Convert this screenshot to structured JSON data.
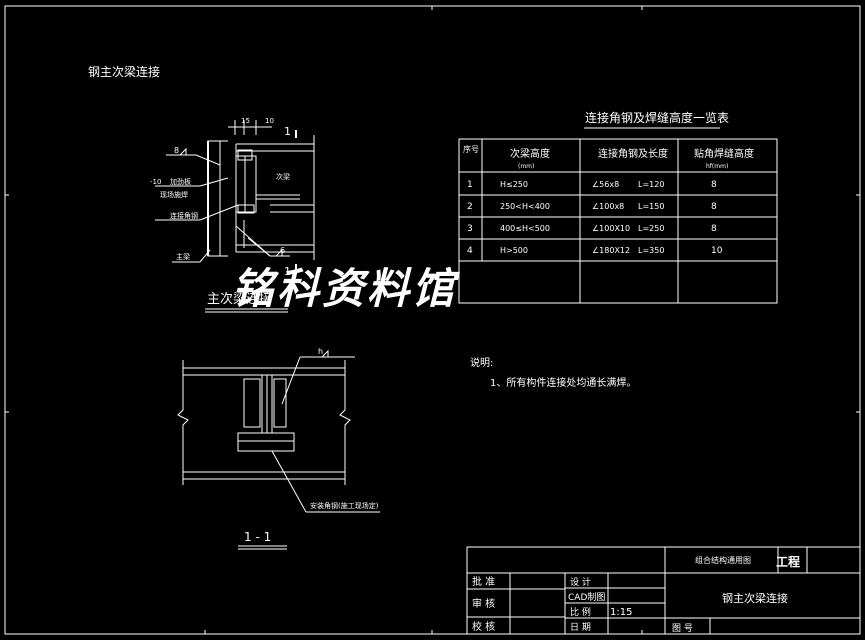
{
  "drawing": {
    "top_title": "钢主次梁连接",
    "table": {
      "title": "连接角钢及焊缝高度一览表",
      "headers": [
        {
          "label": "序号",
          "sub": ""
        },
        {
          "label": "次梁高度",
          "sub": "(mm)"
        },
        {
          "label": "连接角钢及长度",
          "sub": ""
        },
        {
          "label": "贴角焊缝高度",
          "sub": "hf(mm)"
        }
      ],
      "rows": [
        {
          "no": "1",
          "height": "H≤250",
          "angle": "∠56x8",
          "length": "L=120",
          "weld": "8"
        },
        {
          "no": "2",
          "height": "250<H<400",
          "angle": "∠100x8",
          "length": "L=150",
          "weld": "8"
        },
        {
          "no": "3",
          "height": "400≤H<500",
          "angle": "∠100X10",
          "length": "L=250",
          "weld": "8"
        },
        {
          "no": "4",
          "height": "H>500",
          "angle": "∠180X12",
          "length": "L=350",
          "weld": "10"
        }
      ]
    },
    "elevation_labels": {
      "dim_15": "15",
      "dim_10": "10",
      "sec_mark_top": "1",
      "sec_mark_bottom": "1",
      "weld_8": "8",
      "weld_6": "6",
      "plate": "-10",
      "stiffener": "加劲板",
      "field_weld": "现场施焊",
      "sec_beam": "次梁",
      "angle": "连接角钢",
      "main_beam": "主梁",
      "caption": "主次梁连接"
    },
    "section_labels": {
      "weld_h": "h",
      "install_angle": "安装角钢(施工现场定)",
      "caption": "1 - 1"
    },
    "notes": {
      "heading": "说明:",
      "items": [
        "1、所有构件连接处均通长满焊。"
      ]
    },
    "title_block": {
      "series": "组合结构通用图",
      "project": "工程",
      "drawing_name": "钢主次梁连接",
      "row_labels": [
        "批 准",
        "审 核",
        "校 核"
      ],
      "mid_labels": [
        "设 计",
        "CAD制图",
        "比 例",
        "日 期"
      ],
      "scale_value": "1:15",
      "drawing_no_label": "图 号"
    },
    "watermark": "铭科资料馆"
  }
}
